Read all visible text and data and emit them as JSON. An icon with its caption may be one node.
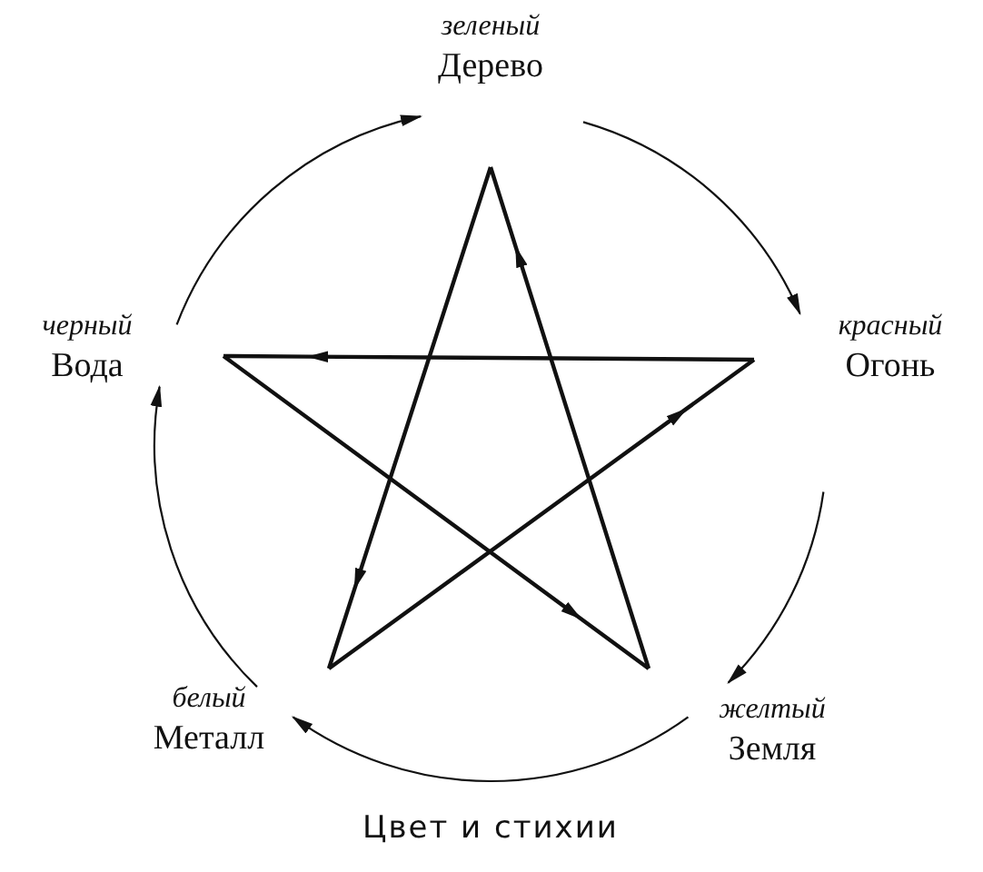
{
  "diagram": {
    "caption": "Цвет и стихии",
    "nodes": [
      {
        "text": [
          "зеленый",
          "Дерево"
        ]
      },
      {
        "text": [
          "красный",
          "Огонь"
        ]
      },
      {
        "text": [
          "желтый",
          "Земля"
        ]
      },
      {
        "text": [
          "белый",
          "Металл"
        ]
      },
      {
        "text": [
          "черный",
          "Вода"
        ]
      }
    ],
    "edges": [
      {
        "from": 0,
        "to": 1,
        "arrow": "to"
      },
      {
        "from": 1,
        "to": 2,
        "arrow": "to"
      },
      {
        "from": 2,
        "to": 3,
        "arrow": "to"
      },
      {
        "from": 3,
        "to": 4,
        "arrow": "to"
      },
      {
        "from": 4,
        "to": 0,
        "arrow": "to"
      }
    ]
  }
}
